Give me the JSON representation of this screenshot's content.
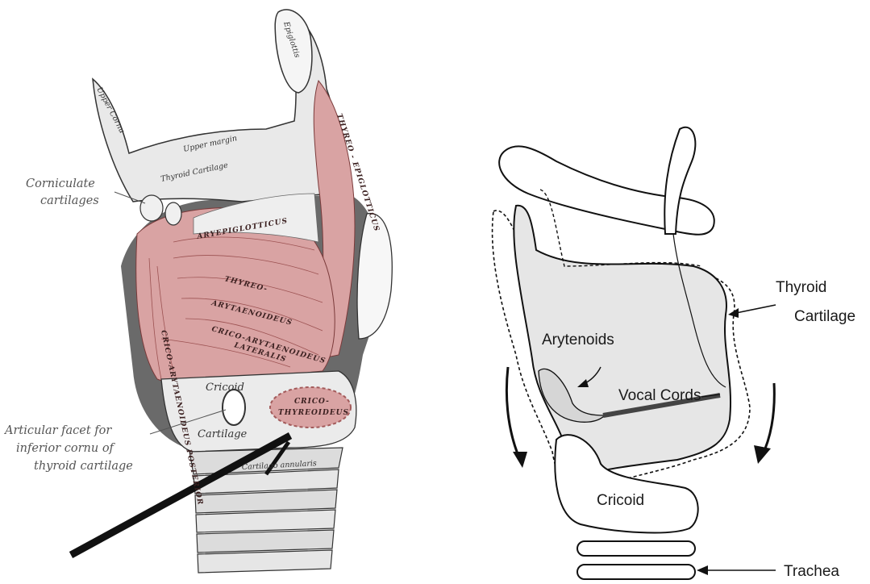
{
  "left_figure": {
    "labels": {
      "corniculate": [
        "Corniculate",
        "cartilages"
      ],
      "articular": [
        "Articular facet for",
        "inferior cornu of",
        "thyroid cartilage"
      ],
      "epiglottis": "Epiglottis",
      "upper_cornu": "Upper Cornu",
      "upper_margin": "Upper margin",
      "thyroid_cartilage": "Thyroid Cartilage",
      "aryepiglotticus": "ARYEPIGLOTTICUS",
      "thyreo_epiglotticus": "THYREO - EPIGLOTTICUS",
      "thyreo": "THYREO-",
      "arytaenoideus": "ARYTAENOIDEUS",
      "crico_arytaenoideus": "CRICO-ARYTAENOIDEUS",
      "lateralis": "LATERALIS",
      "crico_posterior": "CRICO-ARYTAENOIDEUS POSTERIOR",
      "cricoid": "Cricoid",
      "cartilage": "Cartilage",
      "crico_thyreoideus": [
        "CRICO-",
        "THYREOIDEUS"
      ],
      "cartilago_annularis": "Cartilago annularis"
    },
    "colors": {
      "muscle": "#d9a3a3",
      "muscle_dark": "#a35a5a",
      "shade": "#555555"
    }
  },
  "right_figure": {
    "labels": {
      "arytenoids": "Arytenoids",
      "vocal_cords": "Vocal Cords",
      "thyroid": [
        "Thyroid",
        "Cartilage"
      ],
      "cricoid": "Cricoid",
      "trachea": "Trachea"
    },
    "colors": {
      "fill": "#e6e6e6",
      "line": "#111111",
      "cord": "#444444"
    }
  }
}
